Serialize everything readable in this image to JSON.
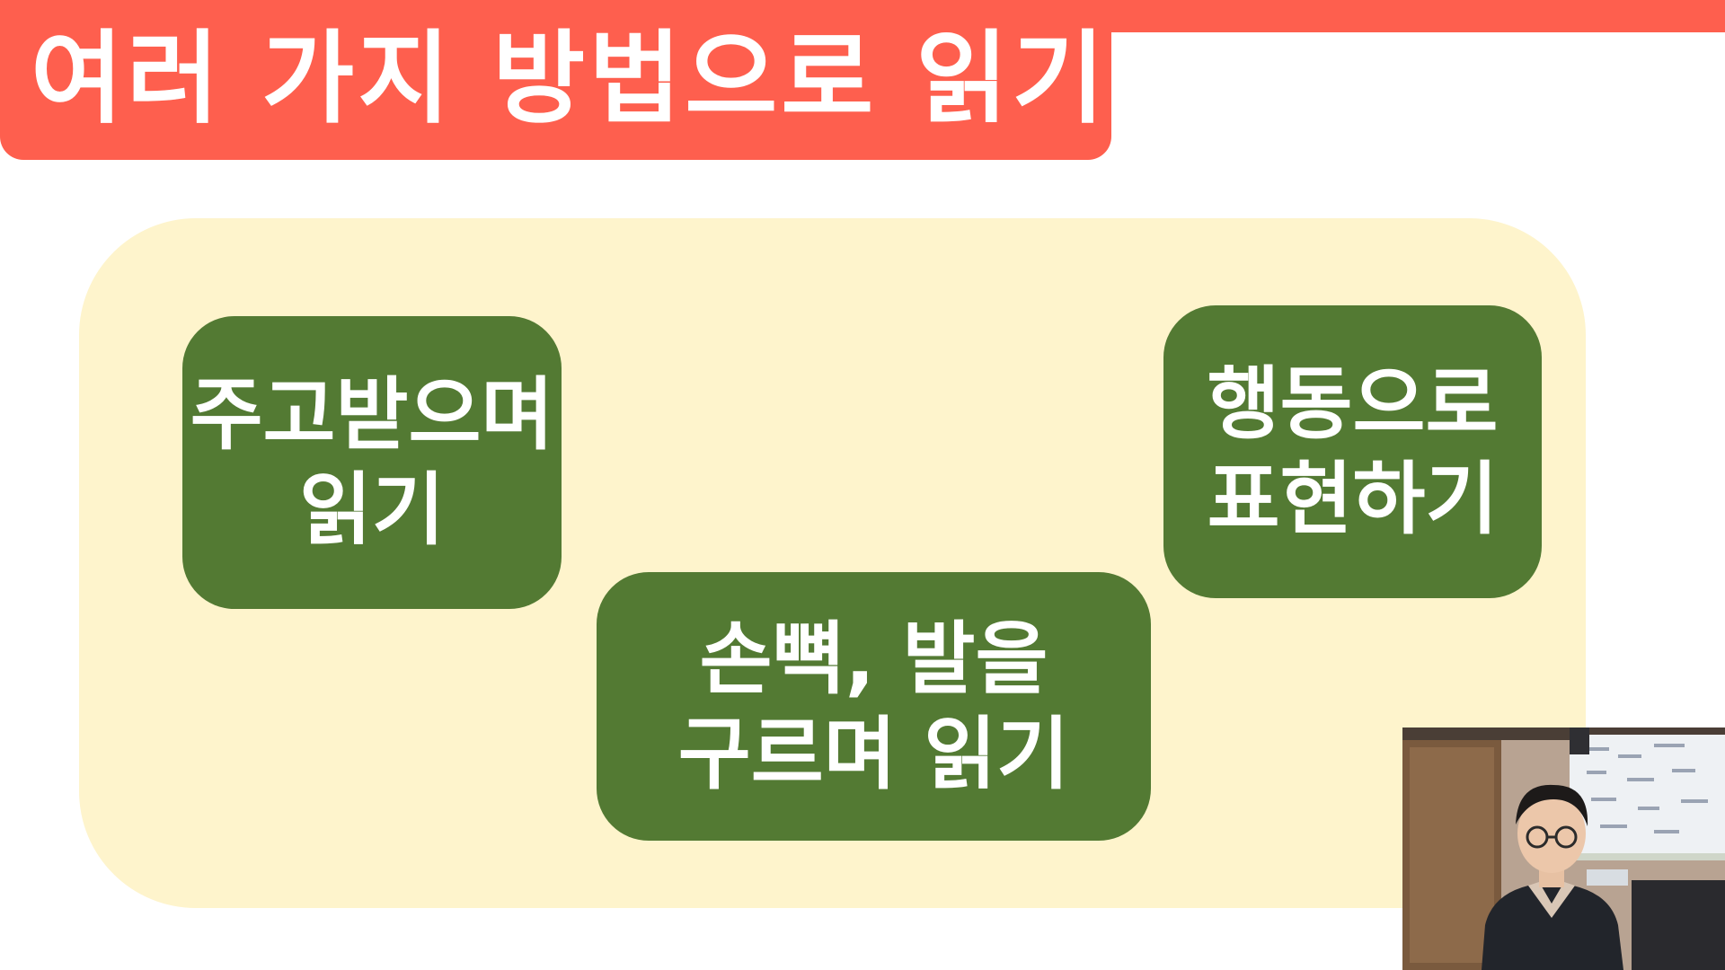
{
  "slide": {
    "title": "여러 가지 방법으로 읽기",
    "cards": {
      "left": {
        "line1": "주고받으며",
        "line2": "읽기"
      },
      "right": {
        "line1": "행동으로",
        "line2": "표현하기"
      },
      "middle": {
        "line1": "손뼉, 발을",
        "line2": "구르며 읽기"
      }
    }
  },
  "colors": {
    "accent": "#fe5f4e",
    "panel": "#fef4cc",
    "card": "#537a33",
    "text_on_color": "#ffffff"
  },
  "webcam": {
    "subject": "presenter-video"
  }
}
